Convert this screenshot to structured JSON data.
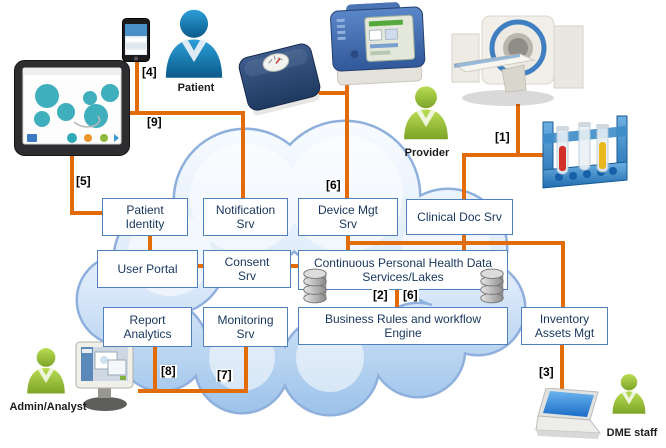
{
  "title": "Connected health cloud services architecture",
  "colors": {
    "connector_orange": "#e26b0a",
    "box_border_blue": "#4f81bd",
    "box_text": "#17365d",
    "cloud_stroke": "#8fb0dd",
    "cloud_fill_top": "#f6faff",
    "cloud_fill_bottom": "#9cc3ea",
    "patient_blue": "#1a86c8",
    "staff_green": "#9bcb3b"
  },
  "boxes": [
    {
      "id": "patient-identity",
      "lines": [
        "Patient",
        "Identity"
      ]
    },
    {
      "id": "notification-srv",
      "lines": [
        "Notification",
        "Srv"
      ]
    },
    {
      "id": "device-mgt-srv",
      "lines": [
        "Device Mgt",
        "Srv"
      ]
    },
    {
      "id": "clinical-doc-srv",
      "lines": [
        "Clinical Doc Srv"
      ]
    },
    {
      "id": "user-portal",
      "lines": [
        "User Portal"
      ]
    },
    {
      "id": "consent-srv",
      "lines": [
        "Consent",
        "Srv"
      ]
    },
    {
      "id": "phd-lakes",
      "lines": [
        "Continuous  Personal Health Data",
        "Services/Lakes"
      ]
    },
    {
      "id": "report-analytics",
      "lines": [
        "Report",
        "Analytics"
      ]
    },
    {
      "id": "monitoring-srv",
      "lines": [
        "Monitoring",
        "Srv"
      ]
    },
    {
      "id": "business-rules",
      "lines": [
        "Business Rules and workflow",
        "Engine"
      ]
    },
    {
      "id": "inventory-assets",
      "lines": [
        "Inventory",
        "Assets Mgt"
      ]
    }
  ],
  "actors": {
    "patient": {
      "label": "Patient"
    },
    "provider": {
      "label": "Provider"
    },
    "admin": {
      "label": "Admin/Analyst"
    },
    "dme": {
      "label": "DME staff"
    }
  },
  "connector_labels": {
    "c1": "[1]",
    "c2": "[2]",
    "c3": "[3]",
    "c4": "[4]",
    "c5": "[5]",
    "c6_top": "[6]",
    "c6_mid": "[6]",
    "c7": "[7]",
    "c8": "[8]",
    "c9": "[9]"
  },
  "icons": [
    "cloud-icon",
    "tablet-icon",
    "smartphone-icon",
    "patient-person-icon",
    "weight-scale-icon",
    "medical-device-icon",
    "provider-person-icon",
    "ct-scanner-icon",
    "test-tubes-icon",
    "database-icon",
    "admin-person-icon",
    "desktop-computer-icon",
    "laptop-icon",
    "dme-person-icon"
  ]
}
